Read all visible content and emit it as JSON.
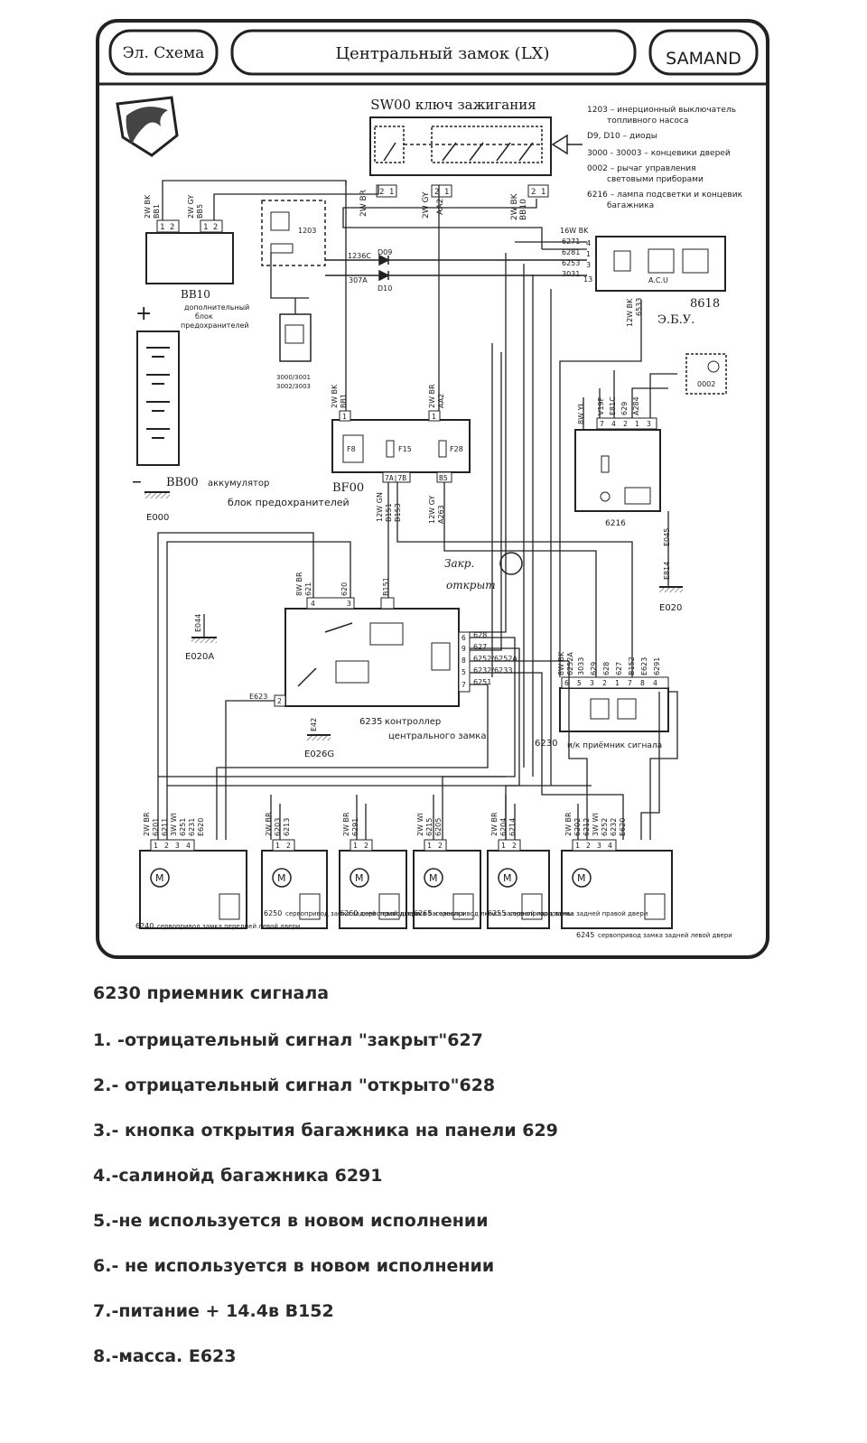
{
  "header": {
    "left_label": "Эл. Схема",
    "title": "Центральный замок (LX)",
    "brand": "SAMAND"
  },
  "ignition": {
    "title": "SW00 ключ зажигания",
    "wires": [
      "2W BR",
      "2W GY",
      "AA2",
      "2W BK",
      "BB10"
    ]
  },
  "legend": [
    "1203 – инерционный выключатель",
    "топливного насоса",
    "D9, D10 – диоды",
    "3000 - 30003 – концевики дверей",
    "0002 – рычаг управления",
    "световыми приборами",
    "6216 – лампа подсветки и концевик",
    "багажника"
  ],
  "components": {
    "bb10": {
      "code": "BB10",
      "desc1": "дополнительный",
      "desc2": "блок",
      "desc3": "предохранителей",
      "wire1": "2W BK",
      "wire1b": "BB1",
      "wire2": "2W GY",
      "wire2b": "BB5"
    },
    "bb00": {
      "code": "BB00",
      "desc": "аккумулятор"
    },
    "e000": "E000",
    "relay1203": "1203",
    "diodes": {
      "d9": "D09",
      "d10": "D10",
      "w1": "1236C",
      "w2": "307A"
    },
    "switches": {
      "line1": "3000/3001",
      "line2": "3002/3003"
    },
    "bf00": {
      "code": "BF00",
      "desc": "блок предохранителей",
      "f8": "F8",
      "f15": "F15",
      "f28": "F28",
      "w1": "2W BK",
      "w1b": "BB1",
      "w2": "2W BR",
      "w2b": "AA2",
      "w3": "12W GN",
      "w3b": "B151",
      "w3c": "B153",
      "w4": "12W GY",
      "w4b": "A263"
    },
    "ecu8618": {
      "code": "8618",
      "desc": "Э.Б.У.",
      "acu": "A.C.U",
      "w_head": "16W BK",
      "wires": [
        "6271",
        "6281",
        "6253",
        "3031"
      ],
      "pins": [
        "4",
        "1",
        "3",
        "13"
      ],
      "w_out": "12W BK",
      "w_outb": "6533"
    },
    "c0002": "0002",
    "lamp6216": {
      "code": "6216",
      "wires": [
        "8W YL",
        "V19F",
        "E81C",
        "629",
        "A284"
      ],
      "pins": [
        "7",
        "4",
        "2",
        "1",
        "3"
      ]
    },
    "e045": "E045",
    "e814": "E814",
    "e020": "E020",
    "e044": "E044",
    "e020a": "E020A",
    "e623": "E623",
    "e42": "E42",
    "e026g": "E026G",
    "handwritten1": "Закр.",
    "handwritten2": "открыт",
    "ctrl6235": {
      "code": "6235",
      "desc1": "контроллер",
      "desc2": "центрального замка",
      "top_wires": [
        "8W BR",
        "621",
        "620",
        "B151"
      ],
      "top_pins": [
        "4",
        "3",
        "1"
      ],
      "right_wires": [
        "628",
        "627",
        "6252/6252A",
        "6232/6233",
        "6251"
      ],
      "right_pins": [
        "6",
        "9",
        "8",
        "5",
        "7"
      ],
      "left_pin": "2"
    },
    "recv6230": {
      "code": "6230",
      "desc": "и/к приёмник сигнала",
      "wires": [
        "8W BK",
        "6252A",
        "3033",
        "629",
        "628",
        "627",
        "B152",
        "E623",
        "6291"
      ],
      "pins": [
        "6",
        "5",
        "3",
        "2",
        "1",
        "7",
        "8",
        "4"
      ]
    }
  },
  "actuators": [
    {
      "code": "6240",
      "desc": "сервопривод замка передней левой двери",
      "wires": [
        "2W BR",
        "6201",
        "6211",
        "3W WI",
        "6251",
        "6231",
        "E620"
      ]
    },
    {
      "code": "6250",
      "desc": "сервопривод замка задней левой двери",
      "wires": [
        "2W BR",
        "6203",
        "6213"
      ]
    },
    {
      "code": "6260",
      "desc": "сервопривод замка багажника",
      "wires": [
        "2W BR",
        "6291"
      ]
    },
    {
      "code": "6265",
      "desc": "сервопривод лючка заливной горловины",
      "wires": [
        "2W WI",
        "6215",
        "6205"
      ]
    },
    {
      "code": "6255",
      "desc": "сервопривод замка задней правой двери",
      "wires": [
        "2W BR",
        "6204",
        "6214"
      ]
    },
    {
      "code": "6245",
      "desc": "сервопривод замка задней левой двери",
      "wires": [
        "2W BR",
        "6202",
        "6212",
        "3W WI",
        "6252",
        "6232",
        "E620"
      ]
    }
  ],
  "notes": {
    "heading": "6230 приемник сигнала",
    "items": [
      "1. -отрицательный сигнал \"закрыт\"627",
      "2.- отрицательный сигнал \"открыто\"628",
      "3.- кнопка открытия багажника на панели 629",
      "4.-салинойд багажника 6291",
      "5.-не используется в новом исполнении",
      "6.- не используется в новом исполнении",
      "7.-питание + 14.4в В152",
      "8.-масса. Е623"
    ]
  }
}
